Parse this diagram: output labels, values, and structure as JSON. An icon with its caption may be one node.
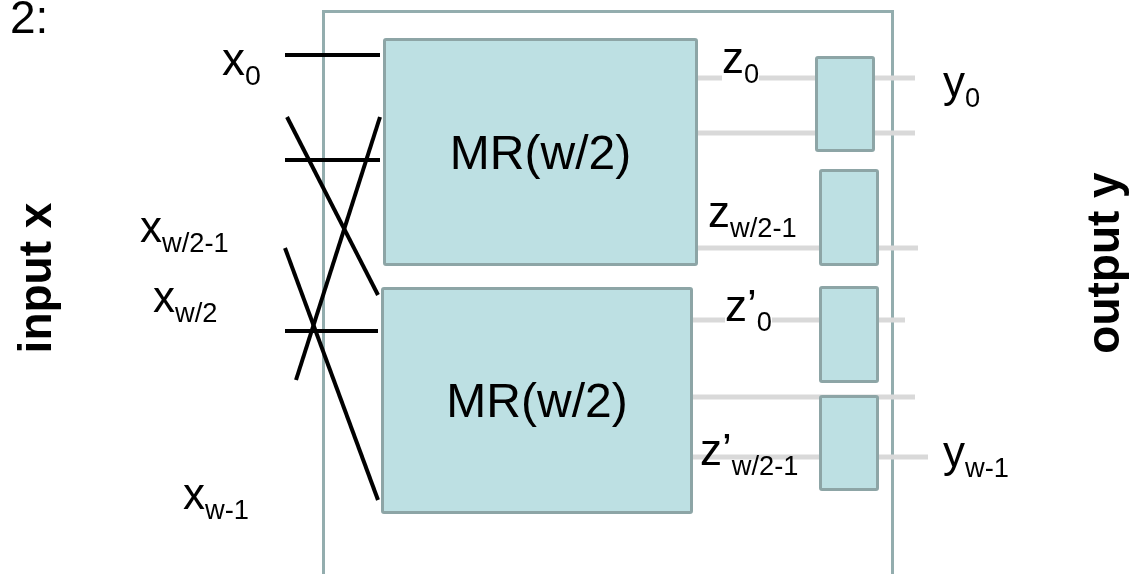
{
  "diagram": {
    "nodes": [
      {
        "text": [],
        "shape": "box"
      },
      {
        "text": [
          "MR(w/2)"
        ],
        "in": 0
      },
      {
        "text": [
          "MR(w/2)"
        ],
        "in": 0
      },
      {
        "text": [],
        "shape": "box",
        "in": 0
      },
      {
        "text": [],
        "shape": "box",
        "in": 0
      },
      {
        "text": [],
        "shape": "box",
        "in": 0
      },
      {
        "text": [],
        "shape": "box",
        "in": 0
      }
    ],
    "edges": [
      {
        "from": null,
        "to": 1,
        "arrow": "none"
      },
      {
        "from": null,
        "to": 2,
        "arrow": "none"
      },
      {
        "from": null,
        "to": 1,
        "arrow": "none"
      },
      {
        "from": null,
        "to": 1,
        "arrow": "none"
      },
      {
        "from": null,
        "to": 2,
        "arrow": "none"
      },
      {
        "from": null,
        "to": 2,
        "arrow": "none"
      },
      {
        "from": 1,
        "to": null,
        "arrow": "none",
        "color": "#d9d9d9"
      },
      {
        "from": 1,
        "to": null,
        "arrow": "none",
        "color": "#d9d9d9"
      },
      {
        "from": 1,
        "to": null,
        "arrow": "none",
        "color": "#d9d9d9"
      },
      {
        "from": 2,
        "to": null,
        "arrow": "none",
        "color": "#d9d9d9"
      },
      {
        "from": 2,
        "to": null,
        "arrow": "none",
        "color": "#d9d9d9"
      },
      {
        "from": 2,
        "to": null,
        "arrow": "none",
        "color": "#d9d9d9"
      }
    ],
    "labels": [
      "2:",
      "input x",
      "x$_{0}$",
      "x$_{w/2-1}$",
      "x$_{w/2}$",
      "x$_{w-1}$",
      "z$_{0}$",
      "z$_{w/2-1}$",
      "z’$_{0}$",
      "z’$_{w/2-1}$",
      "y$_{0}$",
      "y$_{w-1}$",
      "output y"
    ]
  }
}
